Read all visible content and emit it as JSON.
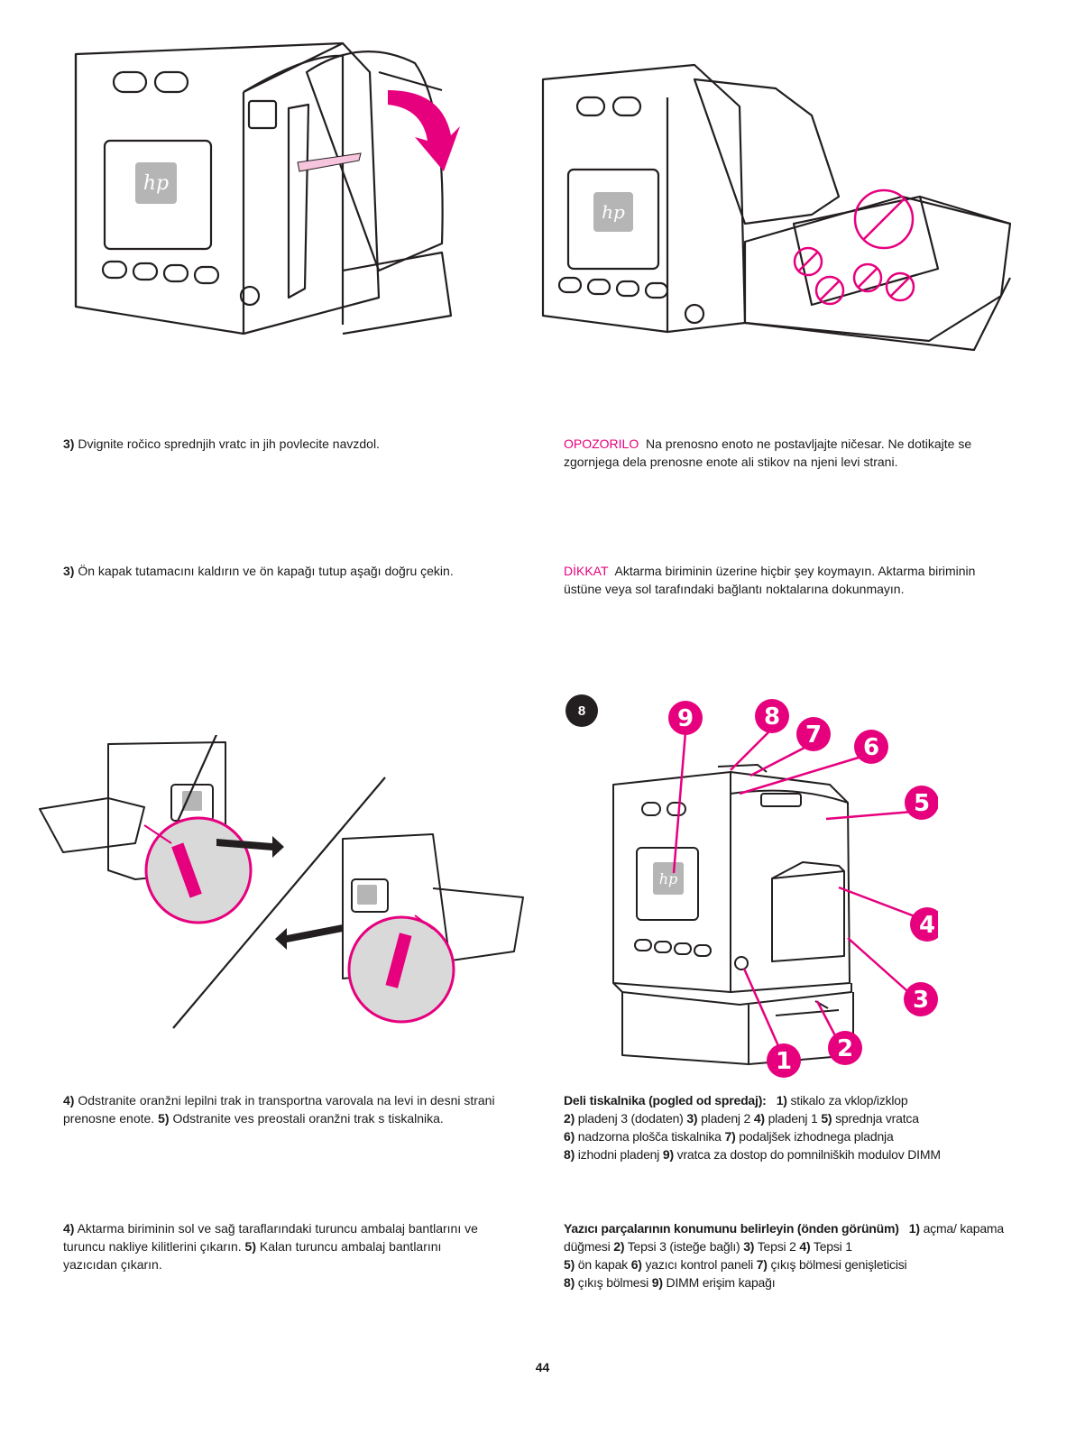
{
  "top_left": {
    "step": "3)",
    "text": "Dvignite ročico sprednjih vratc in jih povlecite navzdol."
  },
  "top_right": {
    "label": "OPOZORILO",
    "text": "Na prenosno enoto ne postavljajte ničesar. Ne dotikajte se zgornjega dela prenosne enote ali stikov na njeni levi strani."
  },
  "mid_left": {
    "step": "3)",
    "text": "Ön kapak tutamacını kaldırın ve ön kapağı tutup aşağı doğru çekin."
  },
  "mid_right": {
    "label": "DİKKAT",
    "text": "Aktarma biriminin üzerine hiçbir şey koymayın. Aktarma biriminin üstüne veya sol tarafındaki bağlantı noktalarına dokunmayın."
  },
  "step_badge": "8",
  "callouts": [
    "1",
    "2",
    "3",
    "4",
    "5",
    "6",
    "7",
    "8",
    "9"
  ],
  "bottom_left_sl": {
    "s4": "4)",
    "t4": "Odstranite oranžni lepilni trak in transportna varovala na levi in desni strani prenosne enote.",
    "s5": "5)",
    "t5": "Odstranite ves preostali oranžni trak s tiskalnika."
  },
  "bottom_left_tr": {
    "s4": "4)",
    "t4": "Aktarma biriminin sol ve sağ taraflarındaki turuncu ambalaj bantlarını ve turuncu nakliye kilitlerini çıkarın.",
    "s5": "5)",
    "t5": "Kalan turuncu ambalaj bantlarını yazıcıdan çıkarın."
  },
  "parts_sl": {
    "title": "Deli tiskalnika (pogled od spredaj):",
    "items": [
      {
        "n": "1)",
        "t": "stikalo za vklop/izklop"
      },
      {
        "n": "2)",
        "t": "pladenj 3 (dodaten)"
      },
      {
        "n": "3)",
        "t": "pladenj 2"
      },
      {
        "n": "4)",
        "t": "pladenj 1"
      },
      {
        "n": "5)",
        "t": "sprednja vratca"
      },
      {
        "n": "6)",
        "t": "nadzorna plošča tiskalnika"
      },
      {
        "n": "7)",
        "t": "podaljšek izhodnega pladnja"
      },
      {
        "n": "8)",
        "t": "izhodni pladenj"
      },
      {
        "n": "9)",
        "t": "vratca za dostop do pomnilniških modulov DIMM"
      }
    ]
  },
  "parts_tr": {
    "title": "Yazıcı parçalarının konumunu belirleyin (önden görünüm)",
    "items": [
      {
        "n": "1)",
        "t": "açma/ kapama düğmesi"
      },
      {
        "n": "2)",
        "t": "Tepsi 3 (isteğe bağlı)"
      },
      {
        "n": "3)",
        "t": "Tepsi 2"
      },
      {
        "n": "4)",
        "t": "Tepsi 1"
      },
      {
        "n": "5)",
        "t": "ön kapak"
      },
      {
        "n": "6)",
        "t": "yazıcı kontrol paneli"
      },
      {
        "n": "7)",
        "t": "çıkış bölmesi genişleticisi"
      },
      {
        "n": "8)",
        "t": "çıkış bölmesi"
      },
      {
        "n": "9)",
        "t": "DIMM erişim kapağı"
      }
    ]
  },
  "logo_text": "hp",
  "page_number": "44",
  "colors": {
    "accent": "#e6007e",
    "line": "#231f20",
    "hp_gray": "#b5b5b5"
  }
}
